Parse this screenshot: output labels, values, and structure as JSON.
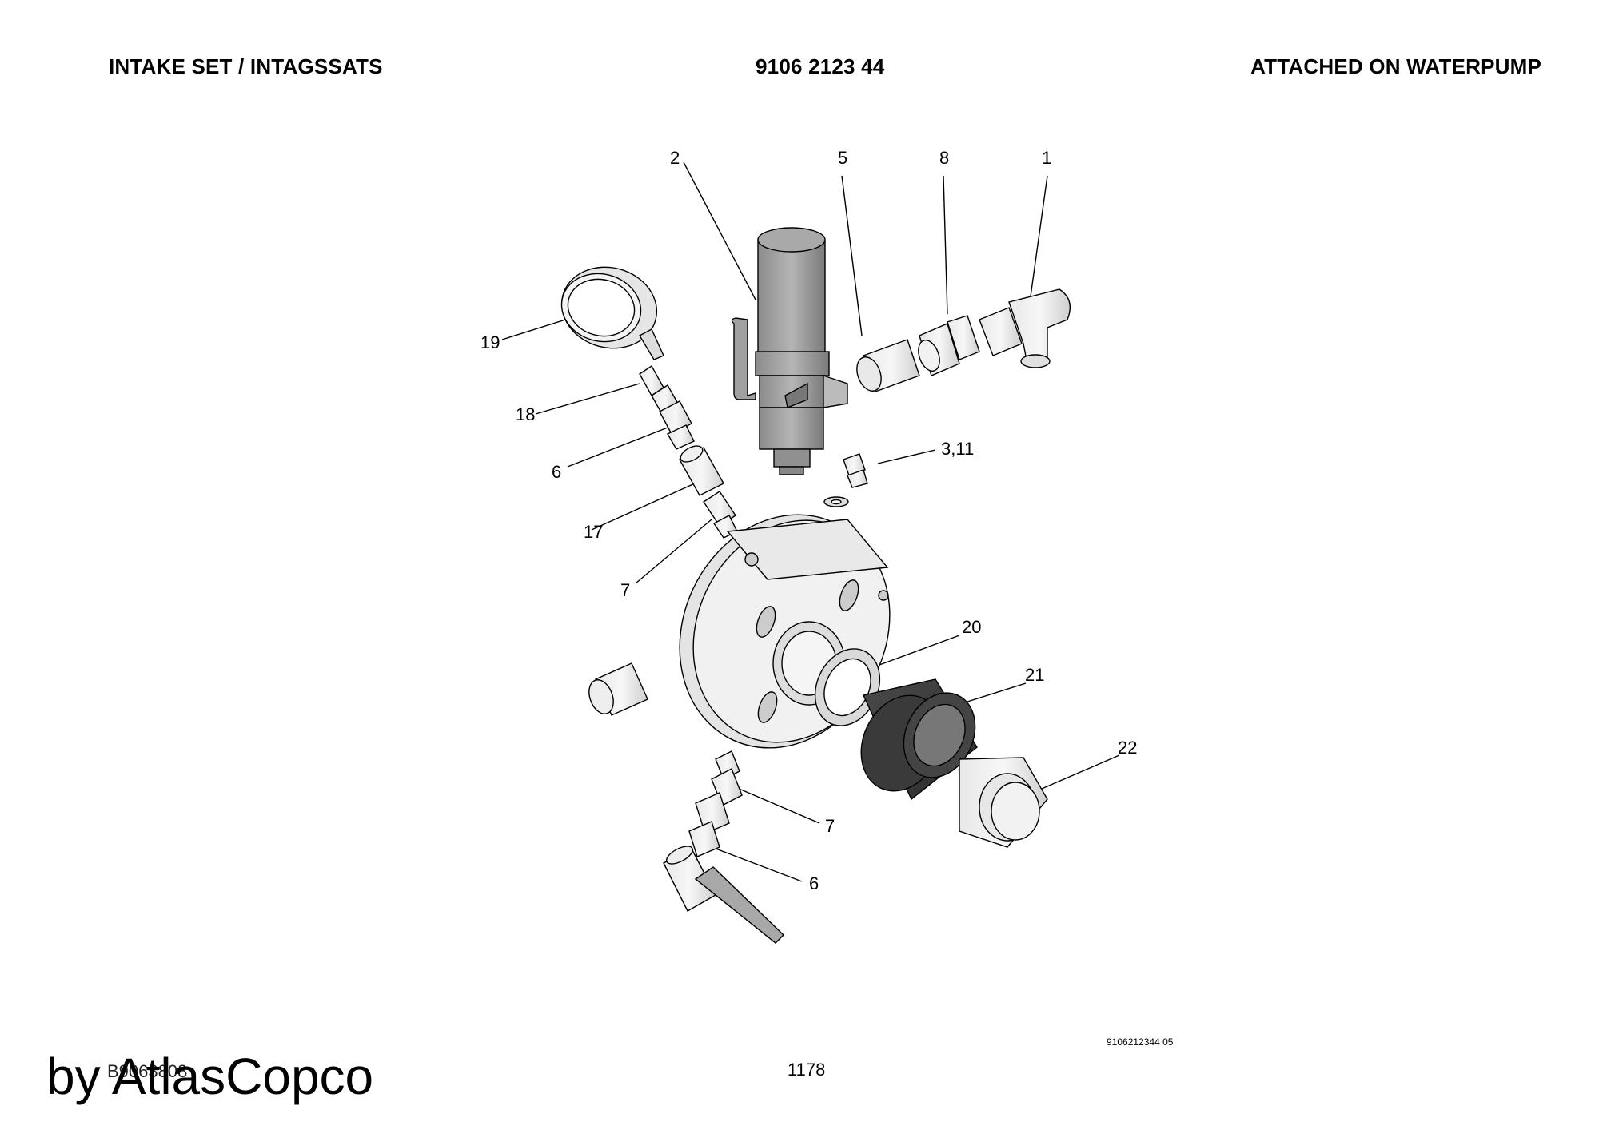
{
  "header": {
    "left_title": "INTAKE SET / INTAGSSATS",
    "part_number": "9106 2123 44",
    "right_title": "ATTACHED ON WATERPUMP"
  },
  "callouts": [
    {
      "id": "c2",
      "label": "2"
    },
    {
      "id": "c5",
      "label": "5"
    },
    {
      "id": "c8",
      "label": "8"
    },
    {
      "id": "c1",
      "label": "1"
    },
    {
      "id": "c19",
      "label": "19"
    },
    {
      "id": "c18",
      "label": "18"
    },
    {
      "id": "c6a",
      "label": "6"
    },
    {
      "id": "c311",
      "label": "3,11"
    },
    {
      "id": "c17",
      "label": "17"
    },
    {
      "id": "c7a",
      "label": "7"
    },
    {
      "id": "c20",
      "label": "20"
    },
    {
      "id": "c21",
      "label": "21"
    },
    {
      "id": "c22",
      "label": "22"
    },
    {
      "id": "c7b",
      "label": "7"
    },
    {
      "id": "c6b",
      "label": "6"
    }
  ],
  "footer": {
    "drawing_code": "9106212344 05",
    "page_number": "1178",
    "doc_code": "B9063808",
    "brand": "by AtlasCopco"
  }
}
